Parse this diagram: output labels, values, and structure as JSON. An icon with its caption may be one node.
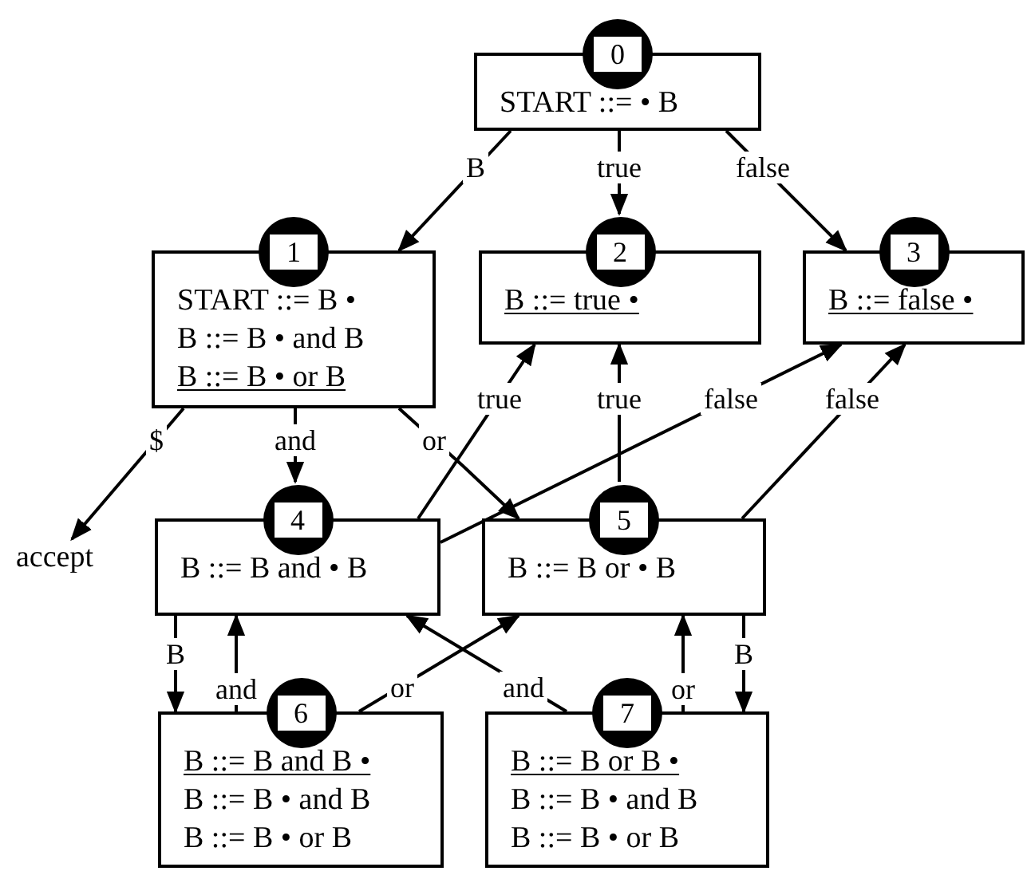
{
  "diagram": {
    "nodes": [
      {
        "text": [
          "0",
          "START ::= • B"
        ]
      },
      {
        "text": [
          "1",
          "START ::= B •",
          "B ::= B • and B",
          "B ::= B • or B"
        ]
      },
      {
        "text": [
          "2",
          "B ::= true •"
        ]
      },
      {
        "text": [
          "3",
          "B ::= false •"
        ]
      },
      {
        "text": [
          "4",
          "B ::= B and • B"
        ]
      },
      {
        "text": [
          "5",
          "B ::= B or • B"
        ]
      },
      {
        "text": [
          "6",
          "B ::= B and B •",
          "B ::= B • and B",
          "B ::= B • or B"
        ]
      },
      {
        "text": [
          "7",
          "B ::= B or B •",
          "B ::= B • and B",
          "B ::= B • or B"
        ]
      },
      {
        "text": [
          "accept"
        ]
      }
    ],
    "edges": [
      {
        "from": 0,
        "to": 1,
        "arrow": "to",
        "label": "B"
      },
      {
        "from": 0,
        "to": 2,
        "arrow": "to",
        "label": "true"
      },
      {
        "from": 0,
        "to": 3,
        "arrow": "to",
        "label": "false"
      },
      {
        "from": 1,
        "to": 8,
        "arrow": "to",
        "label": "$"
      },
      {
        "from": 1,
        "to": 4,
        "arrow": "to",
        "label": "and"
      },
      {
        "from": 1,
        "to": 5,
        "arrow": "to",
        "label": "or"
      },
      {
        "from": 4,
        "to": 2,
        "arrow": "to",
        "label": "true"
      },
      {
        "from": 4,
        "to": 3,
        "arrow": "to",
        "label": "false"
      },
      {
        "from": 5,
        "to": 2,
        "arrow": "to",
        "label": "true"
      },
      {
        "from": 5,
        "to": 3,
        "arrow": "to",
        "label": "false"
      },
      {
        "from": 4,
        "to": 6,
        "arrow": "to",
        "label": "B"
      },
      {
        "from": 6,
        "to": 4,
        "arrow": "to",
        "label": "and"
      },
      {
        "from": 6,
        "to": 5,
        "arrow": "to",
        "label": "or"
      },
      {
        "from": 7,
        "to": 4,
        "arrow": "to",
        "label": "and"
      },
      {
        "from": 7,
        "to": 5,
        "arrow": "to",
        "label": "or"
      },
      {
        "from": 5,
        "to": 7,
        "arrow": "to",
        "label": "B"
      }
    ]
  }
}
